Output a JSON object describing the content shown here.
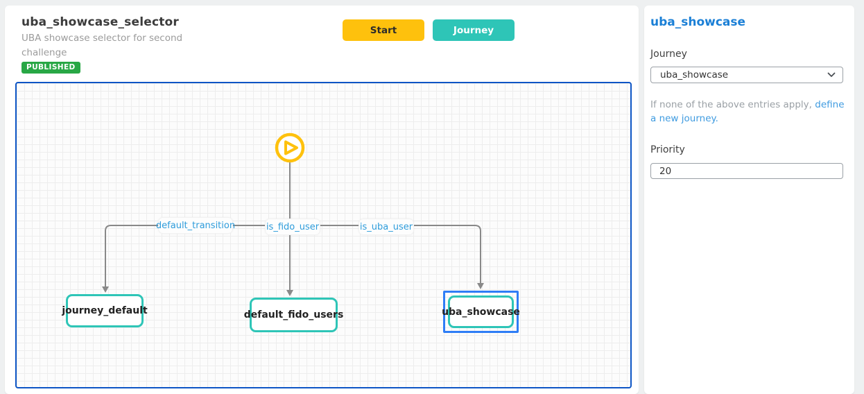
{
  "header": {
    "title": "uba_showcase_selector",
    "description": "UBA showcase selector for second challenge",
    "status_badge": "PUBLISHED",
    "start_button": "Start",
    "journey_button": "Journey"
  },
  "canvas": {
    "start_node": {
      "type": "start",
      "icon": "play-icon"
    },
    "transitions": [
      {
        "label": "default_transition",
        "from": "start",
        "to": "journey_default"
      },
      {
        "label": "is_fido_user",
        "from": "start",
        "to": "default_fido_users"
      },
      {
        "label": "is_uba_user",
        "from": "start",
        "to": "uba_showcase"
      }
    ],
    "nodes": [
      {
        "label": "journey_default",
        "selected": false
      },
      {
        "label": "default_fido_users",
        "selected": false
      },
      {
        "label": "uba_showcase",
        "selected": true
      }
    ]
  },
  "panel": {
    "title": "uba_showcase",
    "journey_label": "Journey",
    "journey_selected": "uba_showcase",
    "help_prefix": "If none of the above entries apply, ",
    "help_link": "define a new journey.",
    "priority_label": "Priority",
    "priority_value": "20"
  },
  "colors": {
    "start_yellow": "#fec10d",
    "teal": "#2ec5b7",
    "published_green": "#28a745",
    "canvas_border_blue": "#0d55c5",
    "selection_blue": "#2e7df6",
    "panel_title_blue": "#1a7fd6",
    "link_blue": "#3f9be0",
    "transition_label_blue": "#2d9cdb",
    "connector_gray": "#898989"
  }
}
